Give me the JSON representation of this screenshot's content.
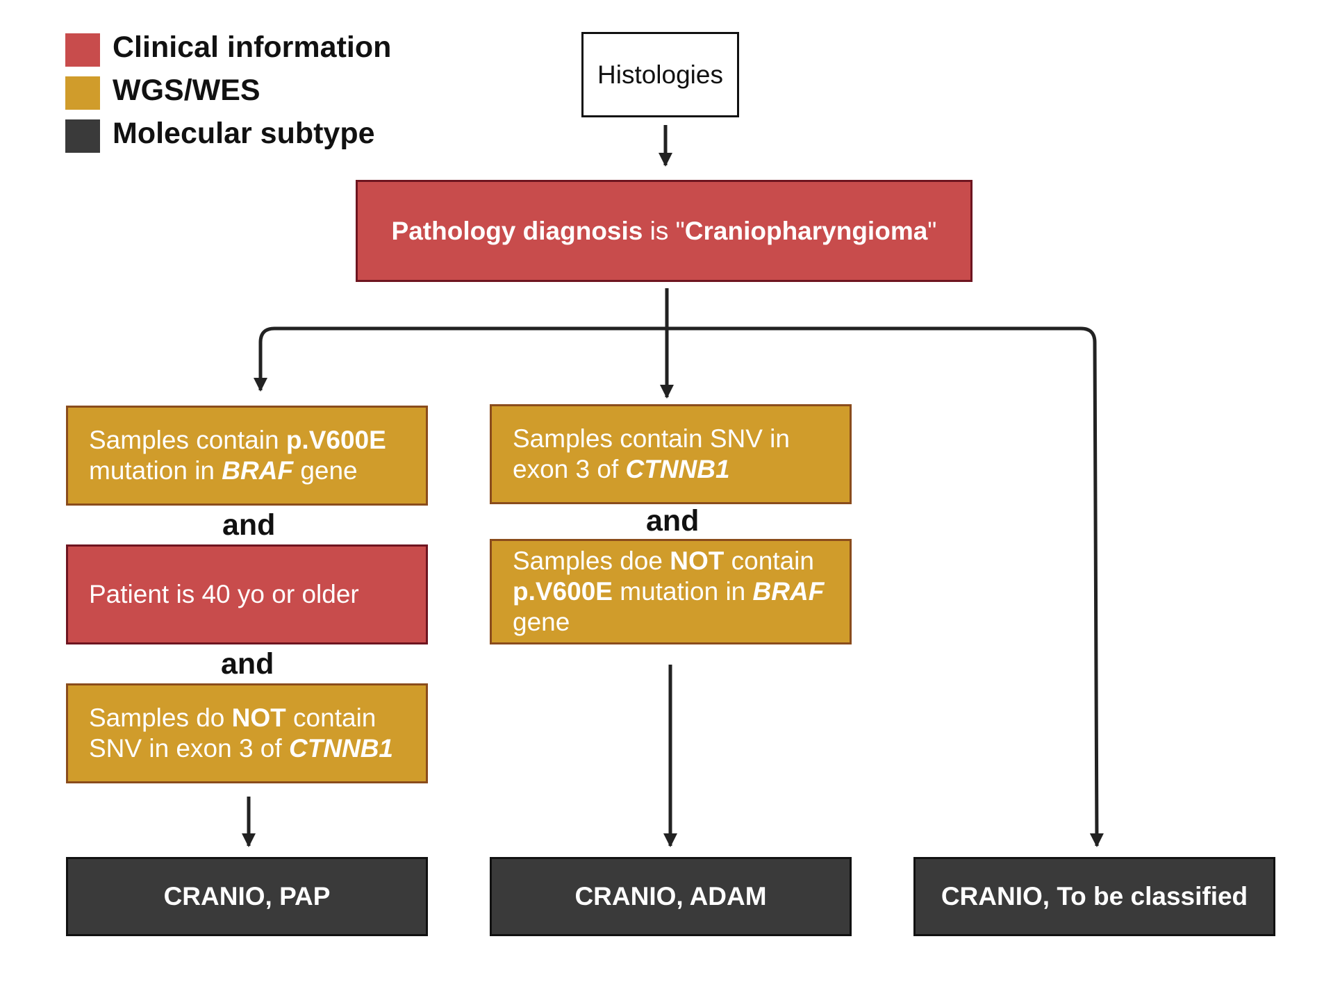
{
  "legend": {
    "items": [
      {
        "label": "Clinical information",
        "color": "#c84c4c"
      },
      {
        "label": "WGS/WES",
        "color": "#d09c2b"
      },
      {
        "label": "Molecular subtype",
        "color": "#3a3a3a"
      }
    ]
  },
  "nodes": {
    "histologies": "Histologies",
    "pathology": {
      "p1": "Pathology diagnosis",
      "p2": " is \"",
      "p3": "Craniopharyngioma",
      "p4": "\""
    },
    "pap_1": {
      "p1": "Samples contain ",
      "p2": "p.V600E",
      "p3": "mutation in ",
      "p4": "BRAF",
      "p5": " gene"
    },
    "pap_2": "Patient is 40 yo or older",
    "pap_3": {
      "p1": "Samples do ",
      "p2": "NOT",
      "p3": " contain",
      "p4": "SNV in exon 3 of ",
      "p5": "CTNNB1"
    },
    "adam_1": {
      "p1": "Samples contain SNV in",
      "p2": "exon 3 of ",
      "p3": "CTNNB1"
    },
    "adam_2": {
      "p1": "Samples doe ",
      "p2": "NOT",
      "p3": " contain",
      "p4": "p.V600E",
      "p5": " mutation in ",
      "p6": "BRAF",
      "p7": "gene"
    },
    "and_label": "and",
    "out_pap": "CRANIO, PAP",
    "out_adam": "CRANIO, ADAM",
    "out_tbc": "CRANIO, To be classified"
  },
  "colors": {
    "clinical": "#c84c4c",
    "wgs": "#d09c2b",
    "subtype": "#3a3a3a",
    "edge": "#222222"
  }
}
